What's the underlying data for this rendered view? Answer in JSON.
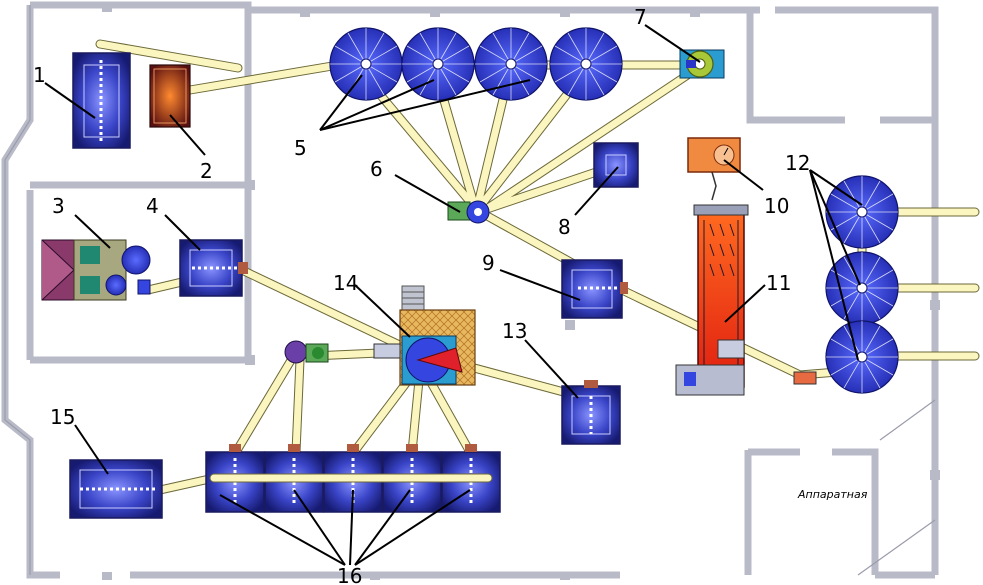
{
  "labels": {
    "l1": "1",
    "l2": "2",
    "l3": "3",
    "l4": "4",
    "l5": "5",
    "l6": "6",
    "l7": "7",
    "l8": "8",
    "l9": "9",
    "l10": "10",
    "l11": "11",
    "l12": "12",
    "l13": "13",
    "l14": "14",
    "l15": "15",
    "l16": "16"
  },
  "rooms": {
    "control_room": "Аппаратная"
  },
  "colors": {
    "tank_blue": "#2a35b8",
    "bin_blue": "#3546e0",
    "pipe_fill": "#fbf5bf",
    "wall": "#b8bac8",
    "furnace_red": "#e83020",
    "accent_orange": "#e8701a"
  }
}
